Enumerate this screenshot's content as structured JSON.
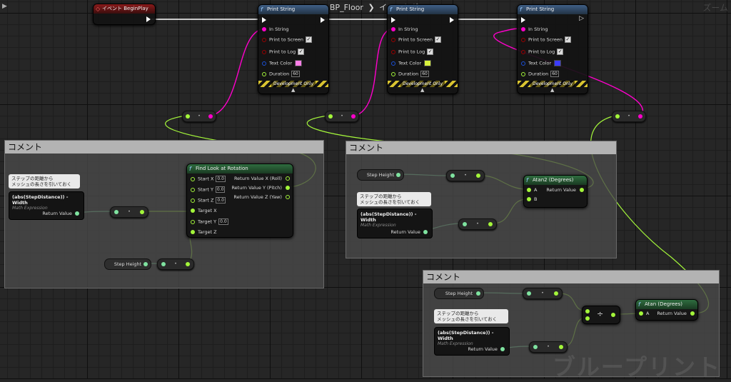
{
  "top": {
    "breadcrumb_blueprint": "BP_Floor",
    "breadcrumb_sep": "❯",
    "breadcrumb_graph": "イベントグラフ",
    "zoom_label": "ズーム",
    "watermark": "ブループリント"
  },
  "event_node": {
    "title": "イベント BeginPlay"
  },
  "print_nodes": [
    {
      "title": "Print String",
      "in_string": "In String",
      "print_to_screen": "Print to Screen",
      "print_to_log": "Print to Log",
      "text_color": "Text Color",
      "duration": "Duration",
      "duration_value": "60",
      "color": "#ff7fe8",
      "dev_only": "Development Only"
    },
    {
      "title": "Print String",
      "in_string": "In String",
      "print_to_screen": "Print to Screen",
      "print_to_log": "Print to Log",
      "text_color": "Text Color",
      "duration": "Duration",
      "duration_value": "60",
      "color": "#d7f23d",
      "dev_only": "Development Only"
    },
    {
      "title": "Print String",
      "in_string": "In String",
      "print_to_screen": "Print to Screen",
      "print_to_log": "Print to Log",
      "text_color": "Text Color",
      "duration": "Duration",
      "duration_value": "60",
      "color": "#3b3bff",
      "dev_only": "Development Only"
    }
  ],
  "comments": [
    {
      "title": "コメント"
    },
    {
      "title": "コメント"
    },
    {
      "title": "コメント"
    }
  ],
  "notes": [
    {
      "line1": "ステップの距離から",
      "line2": "メッシュの長さを引いておく"
    },
    {
      "line1": "ステップの距離から",
      "line2": "メッシュの長さを引いておく"
    },
    {
      "line1": "ステップの距離から",
      "line2": "メッシュの長さを引いておく"
    }
  ],
  "math_exprs": [
    {
      "name": "(abs(StepDistance)) - Width",
      "sub": "Math Expression",
      "ret": "Return Value"
    },
    {
      "name": "(abs(StepDistance)) - Width",
      "sub": "Math Expression",
      "ret": "Return Value"
    },
    {
      "name": "(abs(StepDistance)) - Width",
      "sub": "Math Expression",
      "ret": "Return Value"
    }
  ],
  "step_height": [
    "Step Height",
    "Step Height",
    "Step Height"
  ],
  "find_look": {
    "title": "Find Look at Rotation",
    "start_x": "Start X",
    "start_y": "Start Y",
    "start_z": "Start Z",
    "target_x": "Target X",
    "target_y": "Target Y",
    "target_z": "Target Z",
    "val": "0.0",
    "out_x": "Return Value X (Roll)",
    "out_y": "Return Value Y (Pitch)",
    "out_z": "Return Value Z (Yaw)"
  },
  "atan2": {
    "title": "Atan2 (Degrees)",
    "a": "A",
    "b": "B",
    "ret": "Return Value"
  },
  "atan": {
    "title": "Atan (Degrees)",
    "a": "A",
    "ret": "Return Value"
  },
  "ops": {
    "mult": "•",
    "div": "÷"
  }
}
